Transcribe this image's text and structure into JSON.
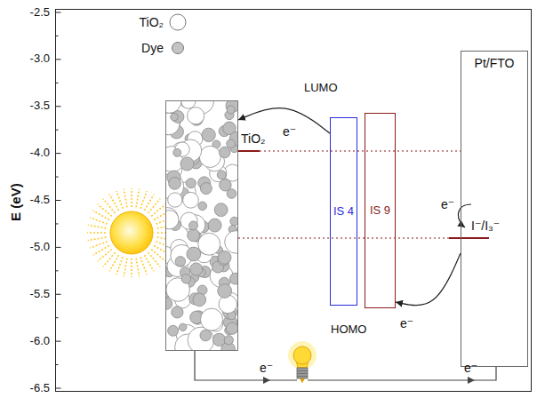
{
  "diagram": {
    "nodes": [
      {
        "text": [
          "TiO₂"
        ]
      },
      {
        "text": [
          "IS 4"
        ]
      },
      {
        "text": [
          "IS 9"
        ]
      },
      {
        "text": [
          "Pt/FTO"
        ]
      }
    ],
    "edges": [
      {
        "from": 1,
        "to": 0,
        "arrow": "to"
      },
      {
        "from": 3,
        "to": 2,
        "arrow": "to"
      }
    ],
    "labels": [
      "E (eV)",
      "-2.5",
      "-3.0",
      "-3.5",
      "-4.0",
      "-4.5",
      "-5.0",
      "-5.5",
      "-6.0",
      "-6.5",
      "LUMO",
      "HOMO",
      "e⁻",
      "e⁻",
      "I⁻/I₃⁻",
      "e⁻",
      "e⁻",
      "e⁻"
    ],
    "legend": [
      {
        "text": "TiO₂",
        "color": "#ffffff"
      },
      {
        "text": "Dye",
        "color": "#c4c4c4"
      }
    ]
  }
}
